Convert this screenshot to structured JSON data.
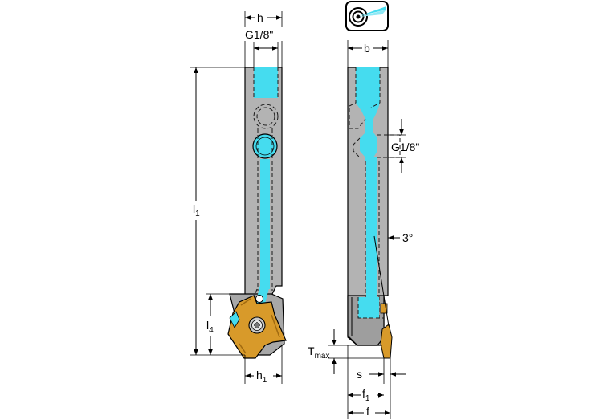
{
  "labels": {
    "h": "h",
    "g_top": "G1/8\"",
    "b": "b",
    "g_side": "G1/8\"",
    "l1_main": "l",
    "l1_sub": "1",
    "l4_main": "l",
    "l4_sub": "4",
    "h1_main": "h",
    "h1_sub": "1",
    "angle": "3°",
    "tmax_main": "T",
    "tmax_sub": "max",
    "s": "s",
    "f1_main": "f",
    "f1_sub": "1",
    "f": "f"
  },
  "icons": {
    "coolant": "coolant-through-icon"
  },
  "colors": {
    "body": "#b3b3b3",
    "coolant": "#45dcef",
    "insert": "#d89a2a",
    "insert_dark": "#a06a10",
    "line": "#000000"
  }
}
